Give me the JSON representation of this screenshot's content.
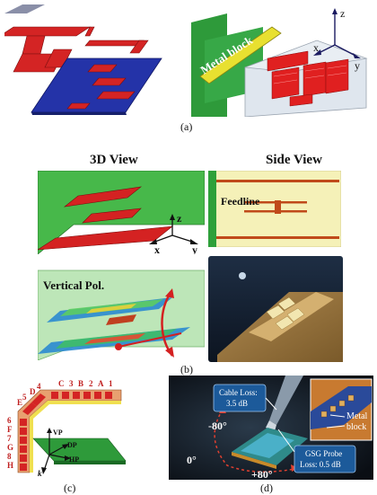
{
  "panel_a": {
    "right_label_block": "Metal block",
    "axis_x": "x",
    "axis_y": "y",
    "axis_z": "z",
    "caption": "(a)"
  },
  "panel_b": {
    "title_3d": "3D View",
    "title_side": "Side View",
    "feedline": "Feedline",
    "axis_x": "x",
    "axis_y": "y",
    "axis_z": "z",
    "vertical_pol": "Vertical Pol.",
    "caption": "(b)"
  },
  "panel_c": {
    "top_labels": [
      "C",
      "3",
      "B",
      "2",
      "A",
      "1"
    ],
    "corner_labels": [
      "E",
      "5",
      "D",
      "4"
    ],
    "left_labels": [
      "6",
      "F",
      "7",
      "G",
      "8",
      "H"
    ],
    "vp": "VP",
    "dp": "DP",
    "hp": "HP",
    "k": "k",
    "caption": "(c)"
  },
  "panel_d": {
    "cable_loss": [
      "Cable Loss:",
      "3.5 dB"
    ],
    "metal_block": [
      "Metal",
      "block"
    ],
    "gsg_probe": [
      "GSG Probe",
      "Loss: 0.5 dB"
    ],
    "angle_m80": "-80°",
    "angle_0": "0°",
    "angle_p80": "+80°",
    "caption": "(d)"
  }
}
